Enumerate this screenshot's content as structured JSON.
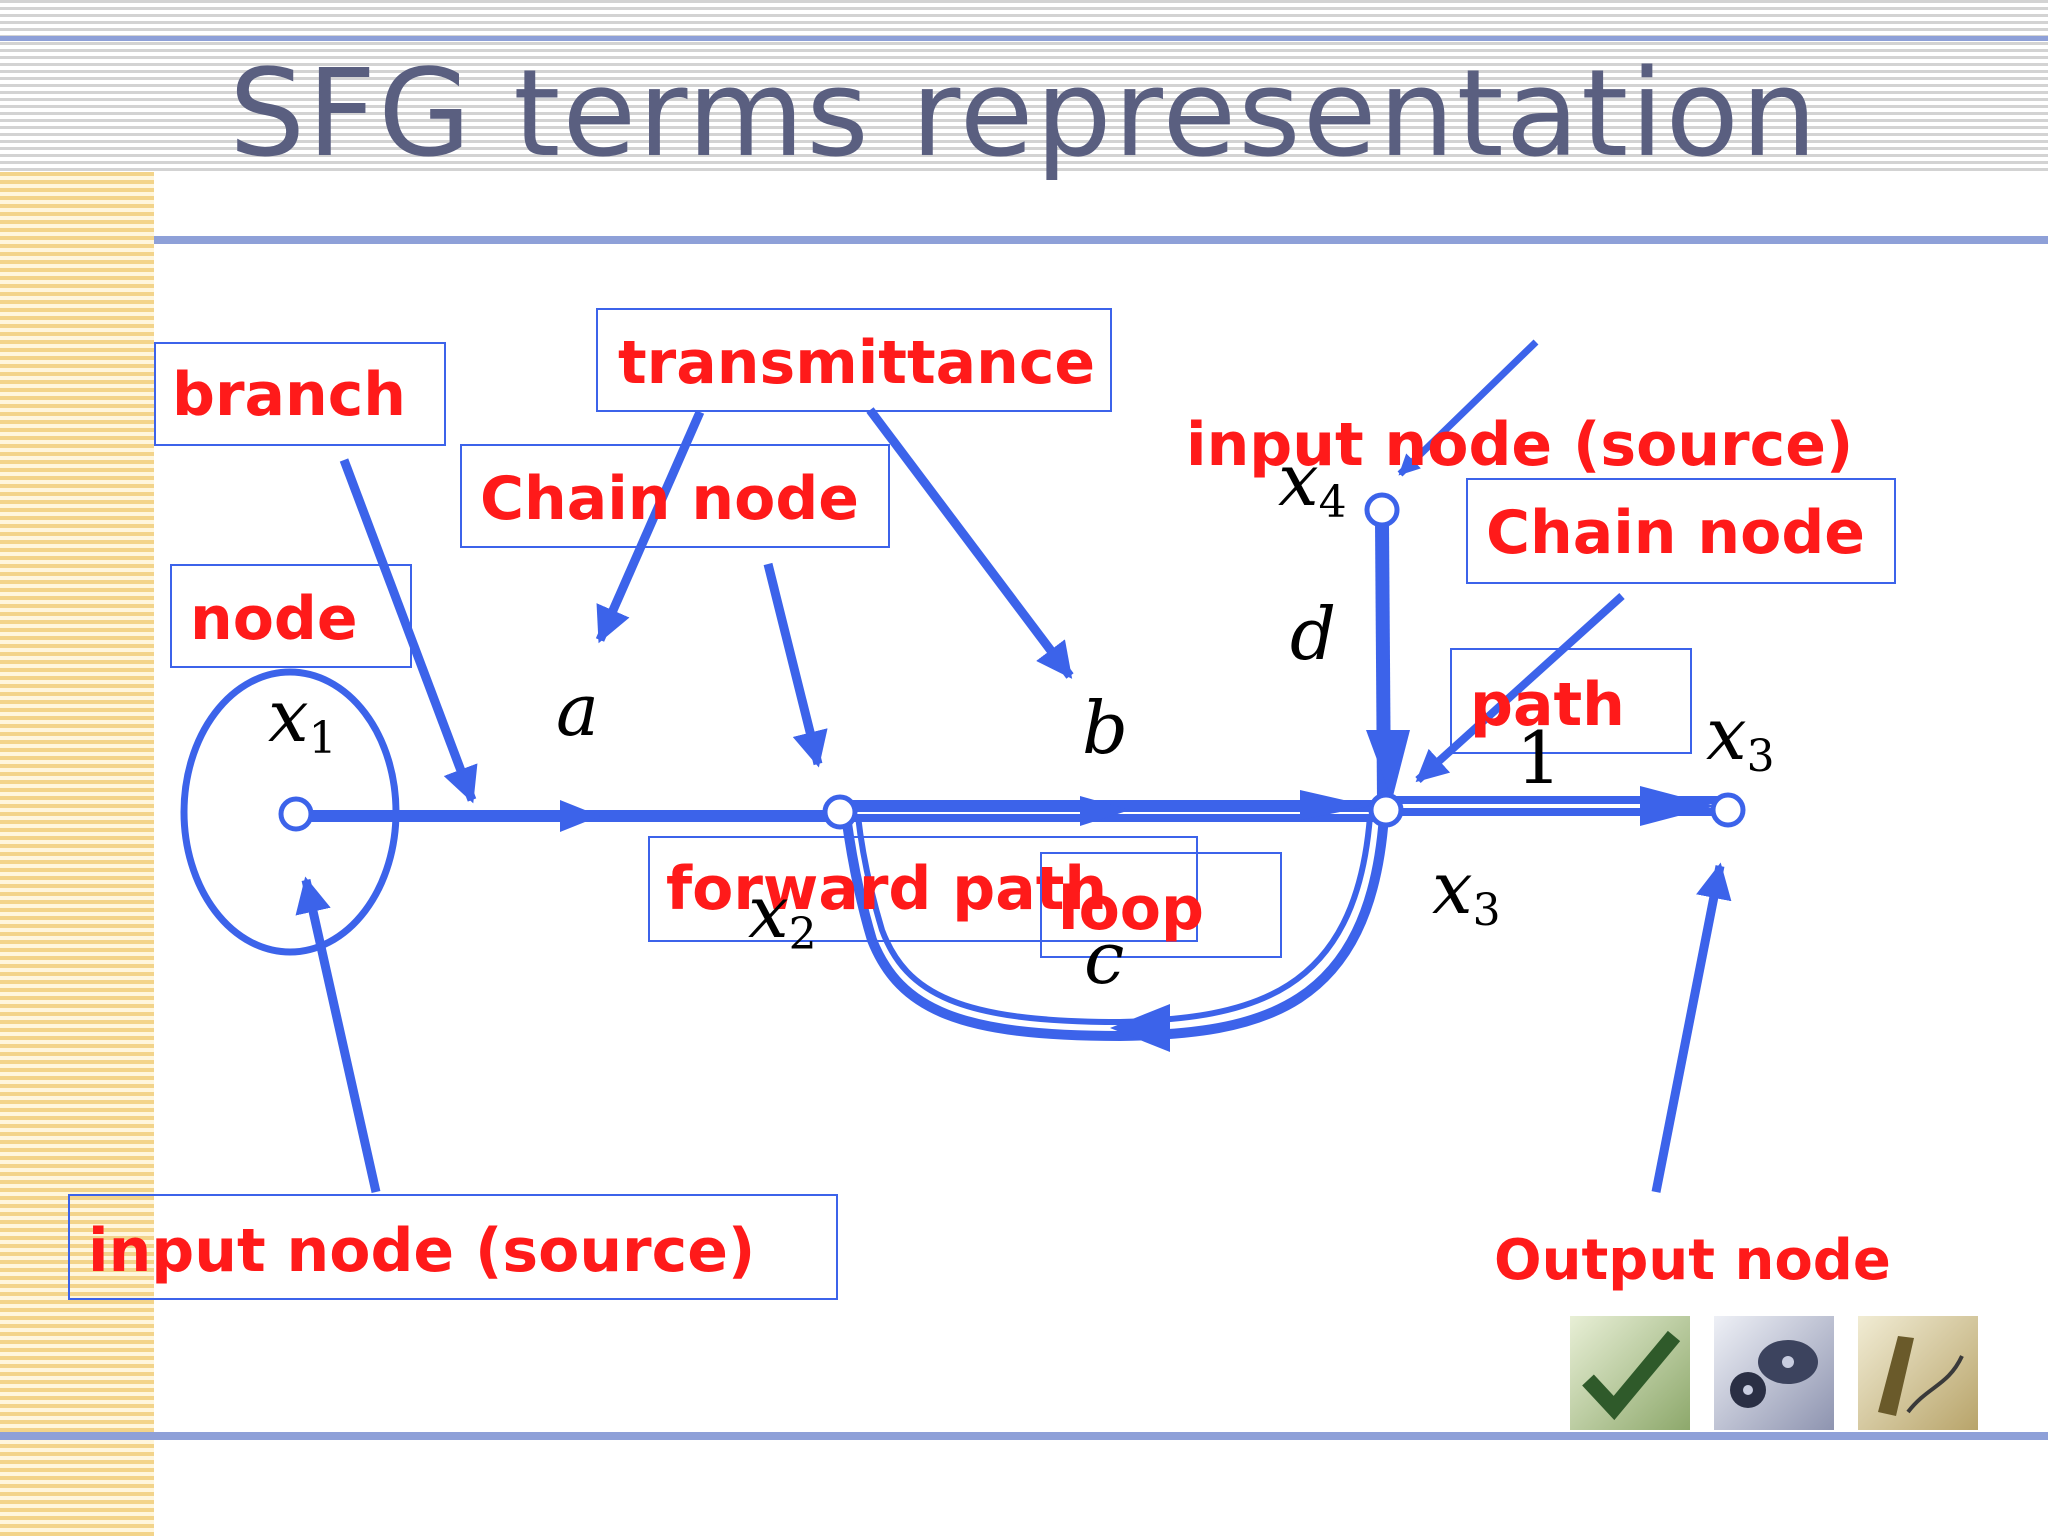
{
  "title": "SFG terms representation",
  "labels": {
    "branch": "branch",
    "transmittance": "transmittance",
    "chain_node_1": "Chain  node",
    "node": "node",
    "input_node_top": "input node (source)",
    "chain_node_2": "Chain node",
    "path": "path",
    "forward_path": "forward path",
    "loop": "loop",
    "input_node_bottom": "input node (source)",
    "output_node": "Output node"
  },
  "math": {
    "x1": "x",
    "x1_sub": "1",
    "x2": "x",
    "x2_sub": "2",
    "x3_top": "x",
    "x3_top_sub": "3",
    "x3_bottom": "x",
    "x3_bottom_sub": "3",
    "x4": "x",
    "x4_sub": "4",
    "a": "a",
    "b": "b",
    "c": "c",
    "d": "d",
    "one": "1"
  },
  "colors": {
    "arrow": "#3c63ea",
    "label_text": "#ff1a1a",
    "title_text": "#5a5f80",
    "rule": "#8ea0d8"
  },
  "icons": [
    "check-thumbnail-icon",
    "disc-thumbnail-icon",
    "pen-thumbnail-icon"
  ]
}
